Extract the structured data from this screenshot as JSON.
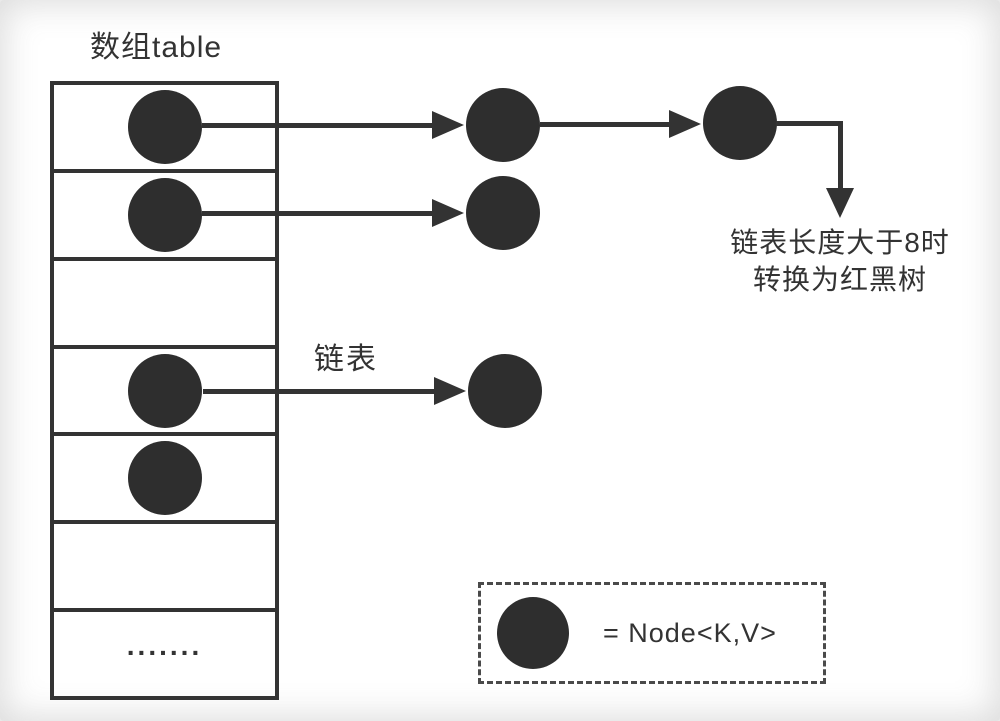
{
  "colors": {
    "ink": "#333333",
    "node_fill": "#2e2e2e",
    "background": "#ffffff"
  },
  "title": "数组table",
  "array_table": {
    "row_count": 7,
    "rows": [
      {
        "index": 0,
        "content": "node"
      },
      {
        "index": 1,
        "content": "node"
      },
      {
        "index": 2,
        "content": "empty"
      },
      {
        "index": 3,
        "content": "node"
      },
      {
        "index": 4,
        "content": "node"
      },
      {
        "index": 5,
        "content": "empty"
      },
      {
        "index": 6,
        "content": "dots"
      }
    ],
    "dots_text": "......."
  },
  "labels": {
    "linked_list": "链表",
    "annotation_line1": "链表长度大于8时",
    "annotation_line2": "转换为红黑树"
  },
  "legend": {
    "text": "= Node<K,V>"
  },
  "structure": {
    "chains": [
      {
        "from_bucket": 0,
        "linked_nodes": 2,
        "ends_with": "down-arrow to treeify annotation"
      },
      {
        "from_bucket": 1,
        "linked_nodes": 1
      },
      {
        "from_bucket": 3,
        "linked_nodes": 1
      }
    ]
  }
}
